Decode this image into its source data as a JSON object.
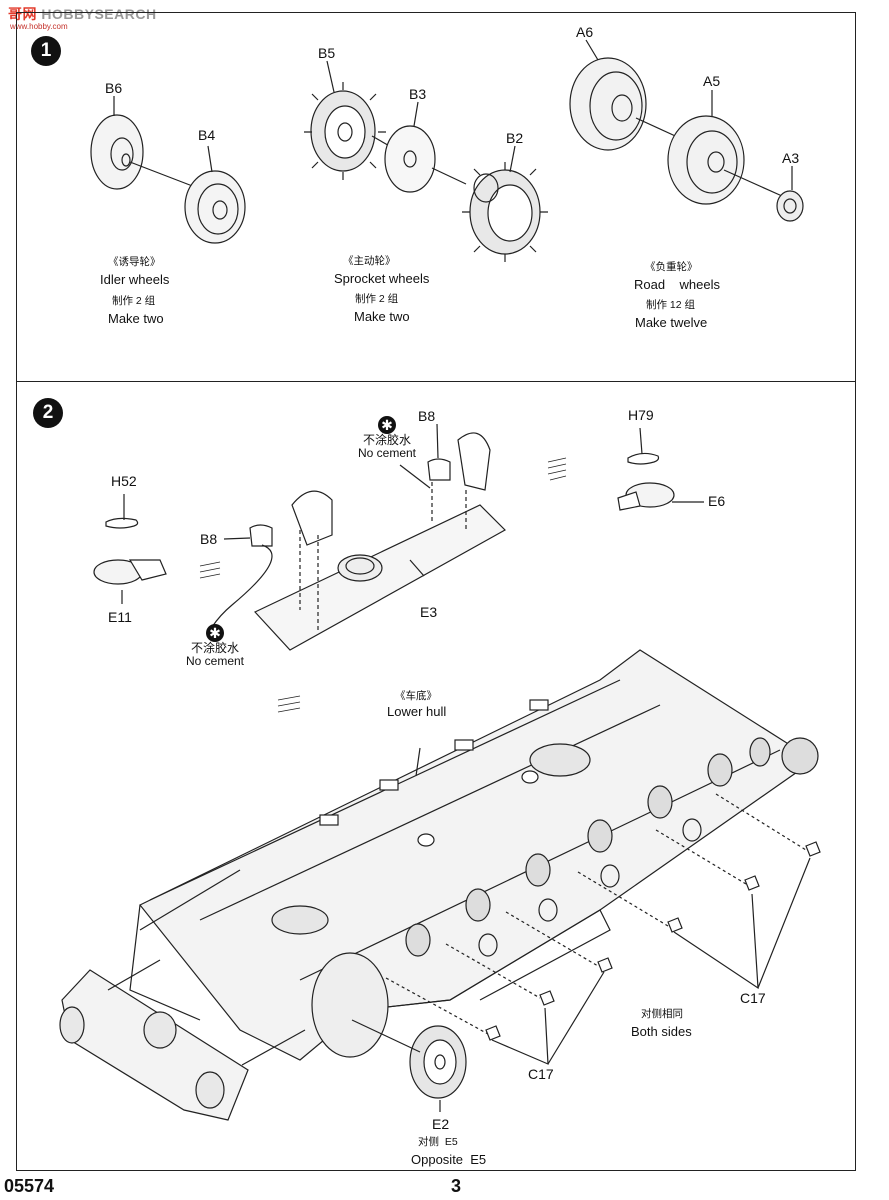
{
  "watermark": {
    "brand_cn": "哥",
    "brand_mid": "网",
    "brand_en": "HOBBYSEARCH",
    "site": "www.hobby.com"
  },
  "step1": {
    "number": "1",
    "labels": {
      "b6": "B6",
      "b4": "B4",
      "b5": "B5",
      "b3": "B3",
      "b2": "B2",
      "a6": "A6",
      "a5": "A5",
      "a3": "A3"
    },
    "idler": {
      "cn": "《诱导轮》",
      "en": "Idler wheels",
      "qty_cn": "制作 2 组",
      "qty_en": "Make two"
    },
    "sprocket": {
      "cn": "《主动轮》",
      "en": "Sprocket wheels",
      "qty_cn": "制作 2 组",
      "qty_en": "Make two"
    },
    "road": {
      "cn": "《负重轮》",
      "en": "Road    wheels",
      "qty_cn": "制作 12 组",
      "qty_en": "Make twelve"
    }
  },
  "step2": {
    "number": "2",
    "labels": {
      "h52": "H52",
      "e11": "E11",
      "b8a": "B8",
      "b8b": "B8",
      "e3": "E3",
      "h79": "H79",
      "e6": "E6",
      "c17a": "C17",
      "c17b": "C17",
      "e2": "E2"
    },
    "no_cement_cn": "不涂胶水",
    "no_cement_en": "No cement",
    "star": "✱",
    "lower_hull_cn": "《车底》",
    "lower_hull_en": "Lower hull",
    "both_sides_cn": "对侧相同",
    "both_sides_en": "Both sides",
    "opposite_cn": "对侧  E5",
    "opposite_en": "Opposite  E5"
  },
  "footer": {
    "code": "05574",
    "page": "3"
  }
}
